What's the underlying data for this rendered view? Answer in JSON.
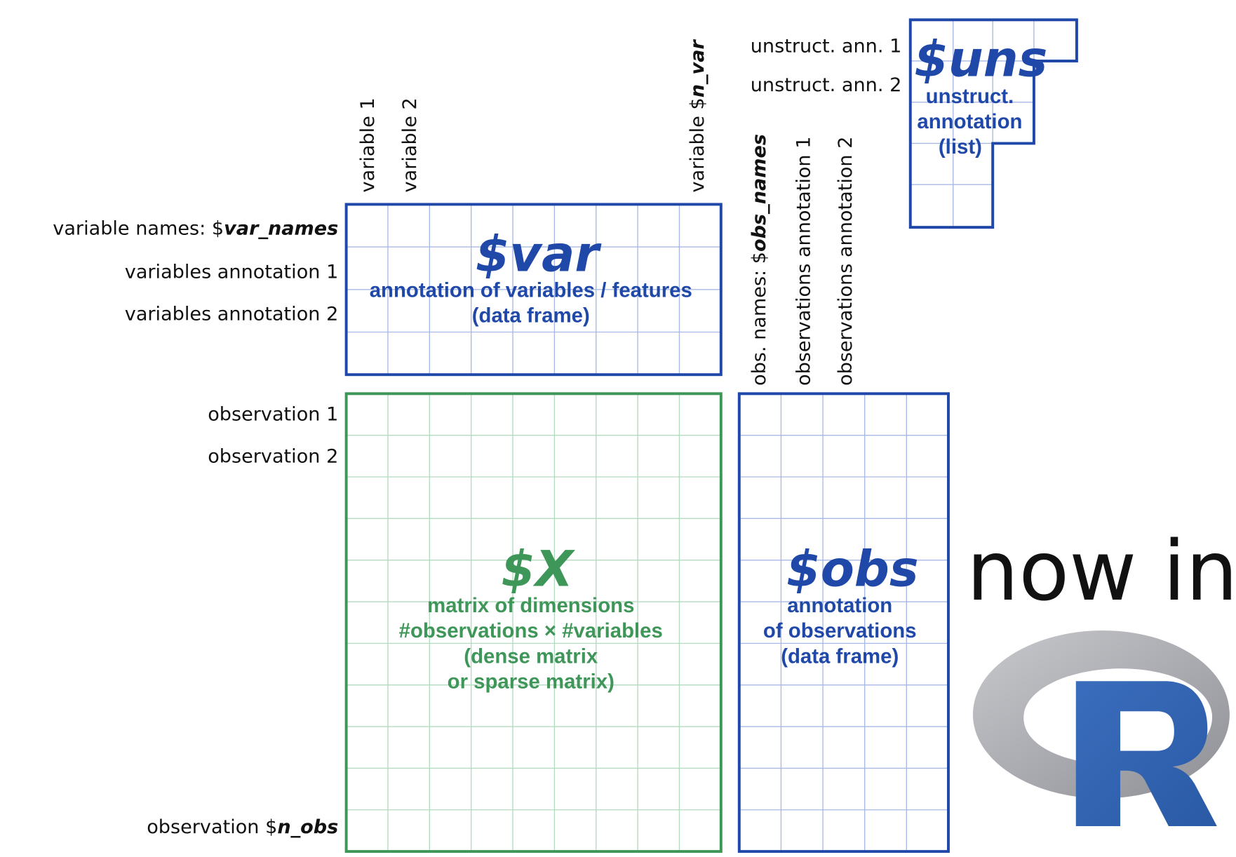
{
  "colors": {
    "blue": "#1f48a8",
    "green": "#3f9659",
    "grid_blue": "#a9b9e6",
    "grid_green": "#b3dbbf",
    "r_blue": "#2f62b0",
    "r_gray": "#a8a9ae"
  },
  "uns": {
    "labels": [
      "unstruct. ann. 1",
      "unstruct. ann. 2"
    ],
    "title": "$uns",
    "subtitle": [
      "unstruct.",
      "annotation",
      "(list)"
    ]
  },
  "var": {
    "column_labels": {
      "v1": "variable 1",
      "v2": "variable 2",
      "vn_prefix": "variable $",
      "vn_em": "n_var"
    },
    "row_labels": {
      "names_prefix": "variable names: $",
      "names_em": "var_names",
      "a1": "variables annotation 1",
      "a2": "variables annotation 2"
    },
    "title": "$var",
    "subtitle": [
      "annotation of variables / features",
      "(data frame)"
    ]
  },
  "obs": {
    "column_labels": {
      "names_prefix": "obs. names: $",
      "names_em": "obs_names",
      "a1": "observations annotation 1",
      "a2": "observations annotation 2"
    },
    "title": "$obs",
    "subtitle": [
      "annotation",
      "of observations",
      "(data frame)"
    ]
  },
  "X": {
    "row_labels": {
      "o1": "observation 1",
      "o2": "observation 2",
      "on_prefix": "observation $",
      "on_em": "n_obs"
    },
    "title": "$X",
    "subtitle": [
      "matrix of dimensions",
      "#observations × #variables",
      "(dense matrix",
      "or sparse matrix)"
    ]
  },
  "badge": {
    "text": "now in",
    "logo": "R"
  }
}
